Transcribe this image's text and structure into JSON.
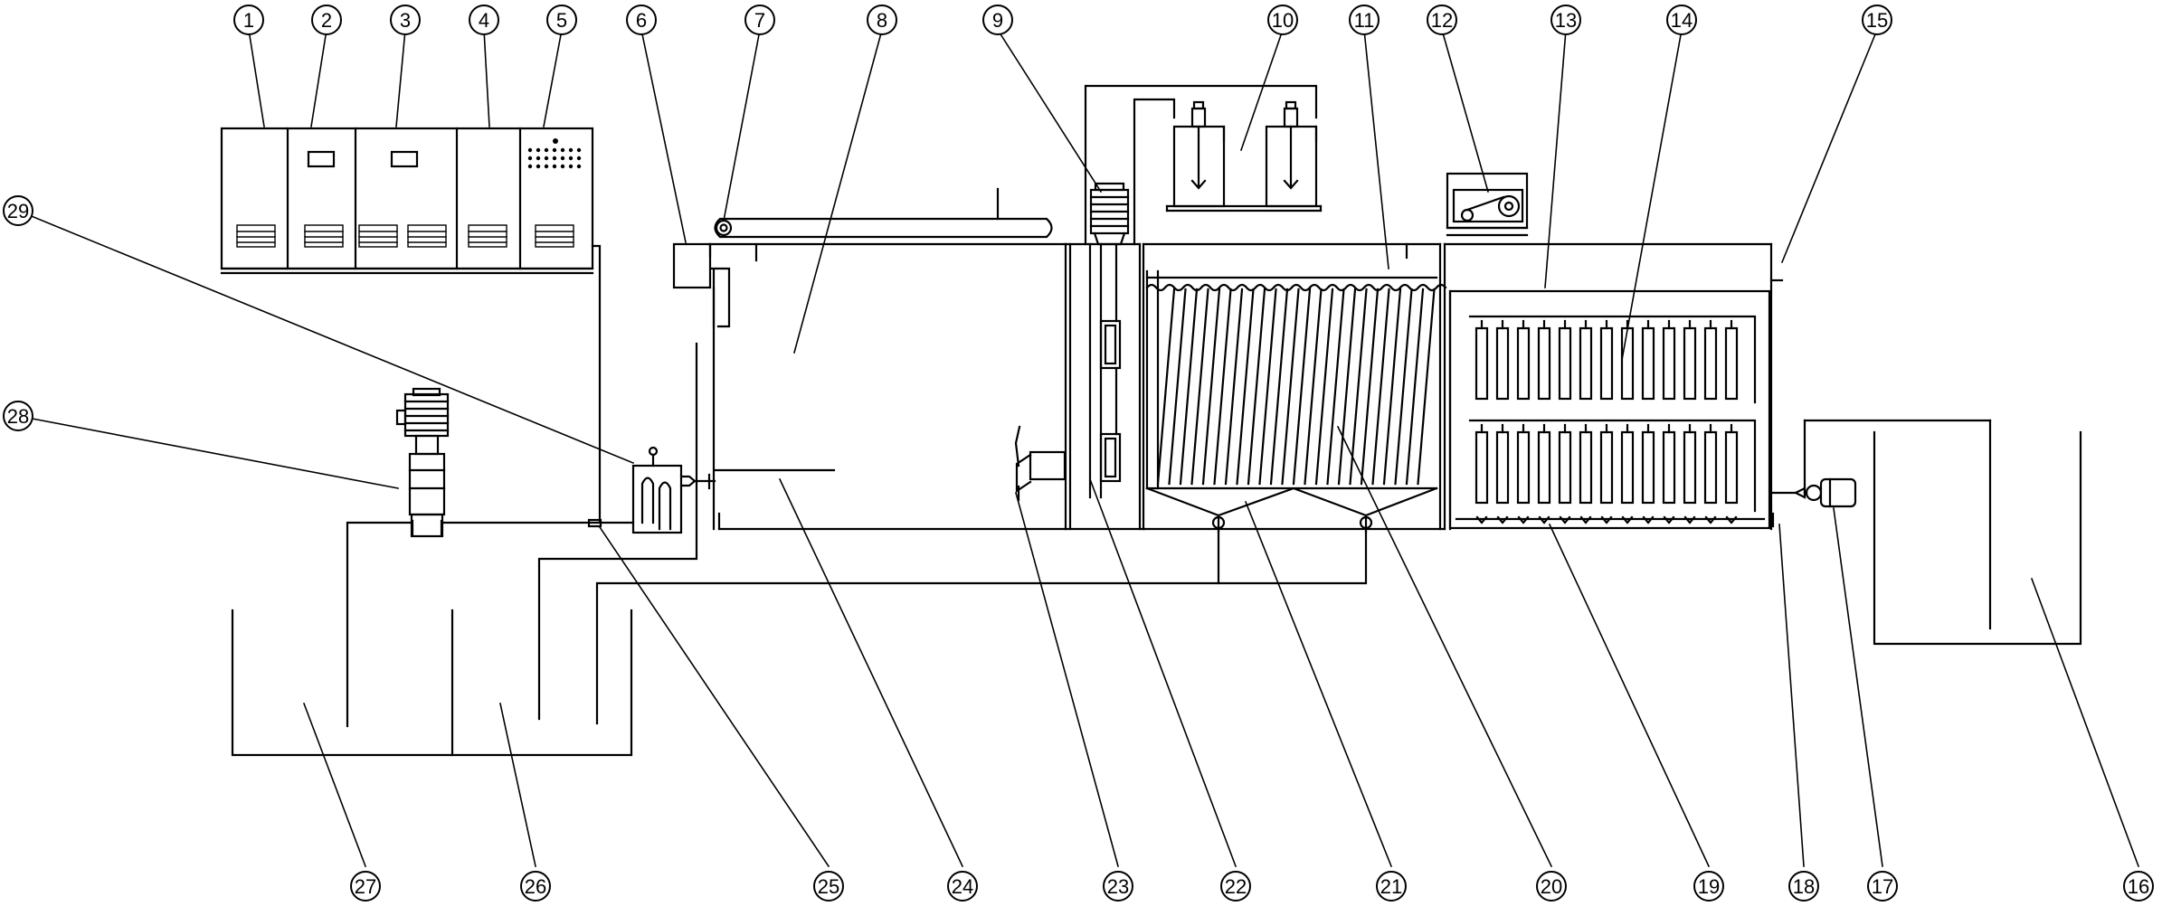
{
  "diagram": {
    "colors": {
      "line": "#000000",
      "background": "#ffffff"
    },
    "callouts": [
      {
        "label": "1"
      },
      {
        "label": "2"
      },
      {
        "label": "3"
      },
      {
        "label": "4"
      },
      {
        "label": "5"
      },
      {
        "label": "6"
      },
      {
        "label": "7"
      },
      {
        "label": "8"
      },
      {
        "label": "9"
      },
      {
        "label": "10"
      },
      {
        "label": "11"
      },
      {
        "label": "12"
      },
      {
        "label": "13"
      },
      {
        "label": "14"
      },
      {
        "label": "15"
      },
      {
        "label": "16"
      },
      {
        "label": "17"
      },
      {
        "label": "18"
      },
      {
        "label": "19"
      },
      {
        "label": "20"
      },
      {
        "label": "21"
      },
      {
        "label": "22"
      },
      {
        "label": "23"
      },
      {
        "label": "24"
      },
      {
        "label": "25"
      },
      {
        "label": "26"
      },
      {
        "label": "27"
      },
      {
        "label": "28"
      },
      {
        "label": "29"
      }
    ]
  }
}
